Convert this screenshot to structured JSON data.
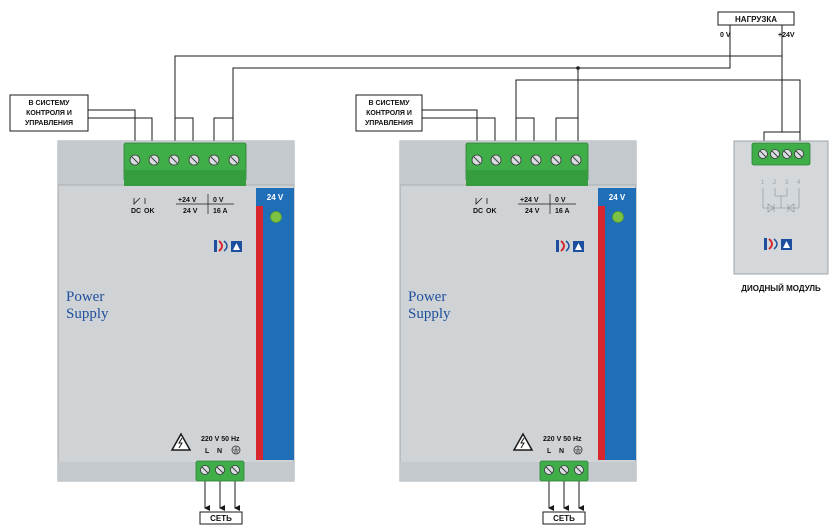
{
  "labels": {
    "control_system_left": [
      "В СИСТЕМУ",
      "КОНТРОЛЯ И",
      "УПРАВЛЕНИЯ"
    ],
    "control_system_right": [
      "В СИСТЕМУ",
      "КОНТРОЛЯ И",
      "УПРАВЛЕНИЯ"
    ],
    "load": "НАГРУЗКА",
    "zero_v": "0 V",
    "plus_24v": "+24V",
    "diode_module": "ДИОДНЫЙ МОДУЛЬ",
    "mains_left": "СЕТЬ",
    "mains_right": "СЕТЬ"
  },
  "power_supplies": [
    {
      "title_line1": "Power",
      "title_line2": "Supply",
      "dc_label": "DC",
      "ok_label": "OK",
      "plus_label": "+24 V",
      "zero_label": "0 V",
      "voltage": "24 V",
      "current": "16 A",
      "badge": "24 V",
      "input_rating": "220 V 50 Hz",
      "l_label": "L",
      "n_label": "N"
    },
    {
      "title_line1": "Power",
      "title_line2": "Supply",
      "dc_label": "DC",
      "ok_label": "OK",
      "plus_label": "+24 V",
      "zero_label": "0 V",
      "voltage": "24 V",
      "current": "16 A",
      "badge": "24 V",
      "input_rating": "220 V 50 Hz",
      "l_label": "L",
      "n_label": "N"
    }
  ],
  "diode_module": {
    "pins": [
      "1",
      "2",
      "3",
      "4"
    ]
  },
  "colors": {
    "housing": "#cfd3d6",
    "housing_band": "#c2c7cb",
    "terminal_green": "#3fae49",
    "blue_stripe": "#1f6fb8",
    "red_stripe": "#d7262e",
    "led_green": "#7cc243",
    "title_blue": "#1e4f9e"
  },
  "icons": [
    "logo-icon",
    "warning-icon",
    "ground-icon",
    "led-icon",
    "diode-icon"
  ]
}
